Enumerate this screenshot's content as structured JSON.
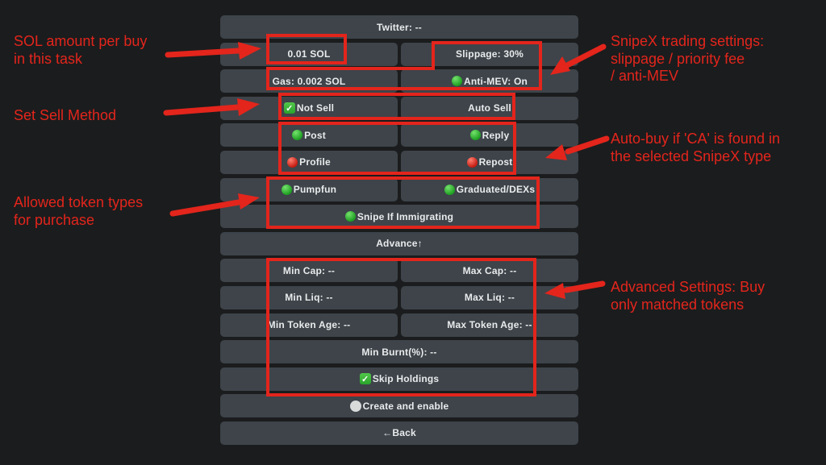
{
  "theme": {
    "background": "#1b1c1d",
    "button_bg": "#3e444a",
    "button_text": "#e9ebec",
    "annotation_red": "#e3251c",
    "green": "#2fbe32",
    "red_dot": "#d8271a",
    "white_circle": "#d9dbdb"
  },
  "keyboard": {
    "rows": [
      {
        "buttons": [
          {
            "label": "Twitter: --"
          }
        ]
      },
      {
        "buttons": [
          {
            "label": "0.01 SOL"
          },
          {
            "label": "Slippage: 30%"
          }
        ]
      },
      {
        "buttons": [
          {
            "label": "Gas: 0.002 SOL"
          },
          {
            "icon": "green-dot",
            "label": "Anti-MEV: On"
          }
        ]
      },
      {
        "buttons": [
          {
            "icon": "green-check",
            "label": "Not Sell"
          },
          {
            "label": "Auto Sell"
          }
        ]
      },
      {
        "buttons": [
          {
            "icon": "green-dot",
            "label": "Post"
          },
          {
            "icon": "green-dot",
            "label": "Reply"
          }
        ]
      },
      {
        "buttons": [
          {
            "icon": "red-dot",
            "label": "Profile"
          },
          {
            "icon": "red-dot",
            "label": "Repost"
          }
        ]
      },
      {
        "buttons": [
          {
            "icon": "green-dot",
            "label": "Pumpfun"
          },
          {
            "icon": "green-dot",
            "label": "Graduated/DEXs"
          }
        ]
      },
      {
        "buttons": [
          {
            "icon": "green-dot",
            "label": "Snipe If Immigrating"
          }
        ]
      },
      {
        "buttons": [
          {
            "label": "Advance↑"
          }
        ]
      },
      {
        "buttons": [
          {
            "label": "Min Cap: --"
          },
          {
            "label": "Max Cap: --"
          }
        ]
      },
      {
        "buttons": [
          {
            "label": "Min Liq: --"
          },
          {
            "label": "Max Liq: --"
          }
        ]
      },
      {
        "buttons": [
          {
            "label": "Min Token Age: --"
          },
          {
            "label": "Max Token Age: --"
          }
        ]
      },
      {
        "buttons": [
          {
            "label": "Min Burnt(%): --"
          }
        ]
      },
      {
        "buttons": [
          {
            "icon": "green-check",
            "label": "Skip Holdings"
          }
        ]
      },
      {
        "buttons": [
          {
            "icon": "white-circle",
            "label": "Create and enable"
          }
        ]
      },
      {
        "buttons": [
          {
            "label": "←Back"
          }
        ]
      }
    ]
  },
  "annotations": {
    "sol_amount": {
      "text": "SOL amount per buy\nin this task"
    },
    "trading_settings": {
      "text": "SnipeX trading settings:\nslippage / priority fee\n/ anti-MEV"
    },
    "sell_method": {
      "text": "Set Sell Method"
    },
    "auto_buy": {
      "text": "Auto-buy if 'CA' is found in\nthe selected SnipeX type"
    },
    "token_types": {
      "text": "Allowed token types\nfor purchase"
    },
    "advanced": {
      "text": "Advanced Settings: Buy\nonly matched tokens"
    }
  }
}
